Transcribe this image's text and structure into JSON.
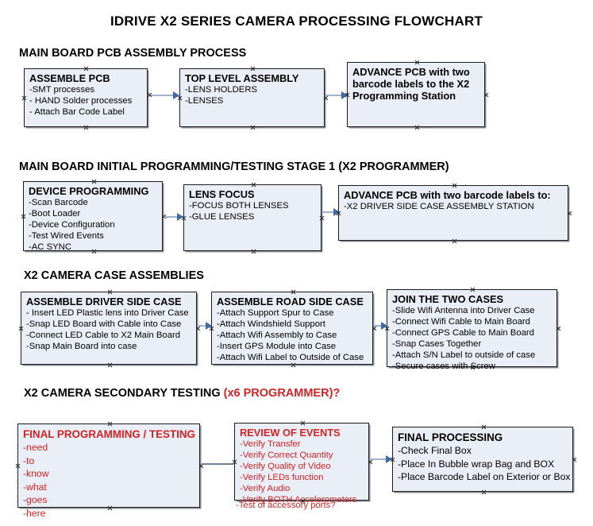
{
  "document": {
    "title": "IDRIVE X2  SERIES CAMERA PROCESSING FLOWCHART"
  },
  "colors": {
    "box_fill": "#e9eef7",
    "box_border": "#1b1b1b",
    "red_text": "#d42323",
    "connector": "#9fb4cc",
    "arrowhead": "#3f6aa8"
  },
  "sections": [
    {
      "id": "main-board-pcb-assembly",
      "heading": "MAIN BOARD PCB ASSEMBLY PROCESS",
      "heading_red": "",
      "nodes": [
        {
          "id": "assemble-pcb",
          "title": "ASSEMBLE PCB",
          "lines": [
            "-SMT processes",
            "- HAND Solder processes",
            "- Attach Bar Code Label"
          ]
        },
        {
          "id": "top-level-assembly",
          "title": "TOP LEVEL ASSEMBLY",
          "lines": [
            "-LENS HOLDERS",
            "-LENSES"
          ]
        },
        {
          "id": "advance-pcb-to-x2-programming-station",
          "title": "ADVANCE PCB with two barcode labels to the  X2 Programming Station",
          "lines": []
        }
      ]
    },
    {
      "id": "main-board-initial-programming",
      "heading": "MAIN BOARD INITIAL PROGRAMMING/TESTING STAGE 1 (X2 PROGRAMMER)",
      "heading_red": "",
      "nodes": [
        {
          "id": "device-programming",
          "title": "DEVICE PROGRAMMING",
          "lines": [
            "-Scan Barcode",
            "-Boot Loader",
            "-Device Configuration",
            "-Test Wired Events",
            "-AC SYNC"
          ]
        },
        {
          "id": "lens-focus",
          "title": "LENS FOCUS",
          "lines": [
            "-FOCUS BOTH LENSES",
            "-GLUE LENSES"
          ]
        },
        {
          "id": "advance-pcb-to-driver-side-case-station",
          "title": "ADVANCE PCB with two barcode labels to:",
          "lines": [
            "-X2 DRIVER  SIDE  CASE  ASSEMBLY STATION"
          ]
        }
      ]
    },
    {
      "id": "x2-camera-case-assemblies",
      "heading": "X2 CAMERA CASE ASSEMBLIES",
      "heading_red": "",
      "nodes": [
        {
          "id": "assemble-driver-side-case",
          "title": "ASSEMBLE DRIVER SIDE CASE",
          "lines": [
            "- Insert LED Plastic lens into Driver Case",
            "-Snap LED Board with Cable into Case",
            "-Connect LED Cable to X2 Main Board",
            "-Snap Main Board into case"
          ]
        },
        {
          "id": "assemble-road-side-case",
          "title": "ASSEMBLE ROAD SIDE CASE",
          "lines": [
            "-Attach Support Spur to Case",
            "-Attach Windshield Support",
            "-Attach Wifi Assembly to Case",
            "-Insert GPS Module into Case",
            "-Attach Wifi Label to Outside of Case"
          ]
        },
        {
          "id": "join-the-two-cases",
          "title": "JOIN THE TWO CASES",
          "lines": [
            "-Slide Wifi Antenna into Driver Case",
            "-Connect Wifi Cable to Main Board",
            "-Connect GPS Cable to Main Board",
            "-Snap Cases Together",
            "-Attach S/N Label to outside of case",
            "-Secure cases with Screw"
          ]
        }
      ]
    },
    {
      "id": "x2-camera-secondary-testing",
      "heading": "X2 CAMERA SECONDARY TESTING ",
      "heading_red": "(x6 PROGRAMMER)?",
      "nodes": [
        {
          "id": "final-programming-testing",
          "title": "FINAL PROGRAMMING / TESTING",
          "lines": [
            "-need",
            "-to",
            "-know",
            "-what",
            "-goes",
            "-here"
          ]
        },
        {
          "id": "review-of-events",
          "title": "REVIEW OF EVENTS",
          "lines": [
            "-Verify Transfer",
            "-Verify Correct Quantity",
            "-Verify Quality of Video",
            "-Verify LEDs function",
            "-Verify Audio",
            "-Verify BOTH Accelerometers",
            "-Test of accessory ports?"
          ]
        },
        {
          "id": "final-processing",
          "title": "FINAL PROCESSING",
          "lines": [
            " -Check Final Box",
            "-Place In Bubble wrap Bag and BOX",
            "-Place Barcode Label on Exterior or Box"
          ]
        }
      ]
    }
  ]
}
